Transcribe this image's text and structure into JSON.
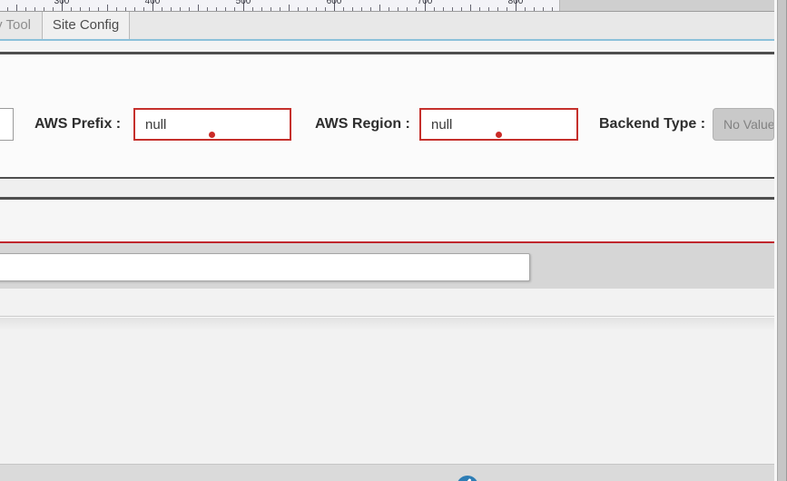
{
  "ruler": {
    "unit_labels": [
      "300",
      "400",
      "500",
      "600",
      "700",
      "800"
    ]
  },
  "tabs": [
    {
      "label": "y Tool",
      "active": false
    },
    {
      "label": "Site Config",
      "active": true
    }
  ],
  "form": {
    "fields": [
      {
        "label": "AWS Prefix :",
        "value": "null",
        "state": "invalid"
      },
      {
        "label": "AWS Region :",
        "value": "null",
        "state": "invalid"
      },
      {
        "label": "Backend Type :",
        "value": "No Value",
        "state": "disabled"
      }
    ]
  },
  "search_input": {
    "value": ""
  },
  "footer": {
    "icon": "info-circle-icon"
  },
  "colors": {
    "error_border": "#c5302c",
    "error_dot": "#cb2b27",
    "red_divider": "#c0272d",
    "tab_underline": "#8cc1da",
    "dark_divider": "#4e4e4e",
    "info_button_blue": "#2e7db5"
  }
}
